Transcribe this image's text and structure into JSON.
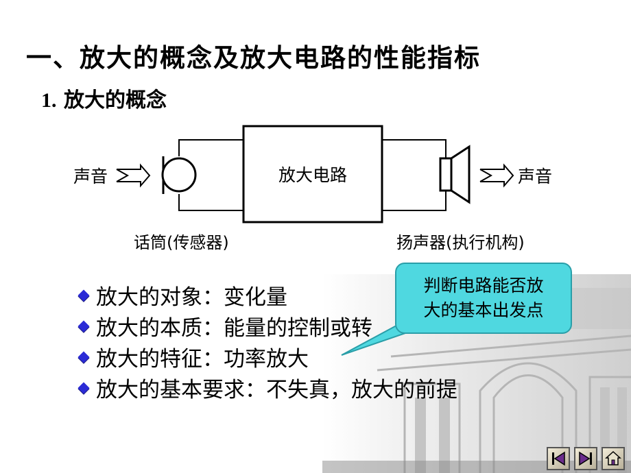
{
  "slide": {
    "title": "一、放大的概念及放大电路的性能指标",
    "subtitle_number": "1.",
    "subtitle_text": "放大的概念"
  },
  "diagram": {
    "sound_in": "声音",
    "sound_out": "声音",
    "amplifier": "放大电路",
    "microphone": "话筒(传感器)",
    "speaker": "扬声器(执行机构)"
  },
  "bullets": [
    "放大的对象：变化量",
    "放大的本质：能量的控制或转",
    "放大的特征：功率放大",
    "放大的基本要求：不失真，放大的前提"
  ],
  "callout": {
    "line1": "判断电路能否放",
    "line2": "大的基本出发点"
  },
  "nav": {
    "first": "first-page-icon",
    "next": "next-page-icon",
    "home": "home-icon"
  },
  "colors": {
    "bullet": "#2b2bd6",
    "callout": "#4fd8e0"
  }
}
